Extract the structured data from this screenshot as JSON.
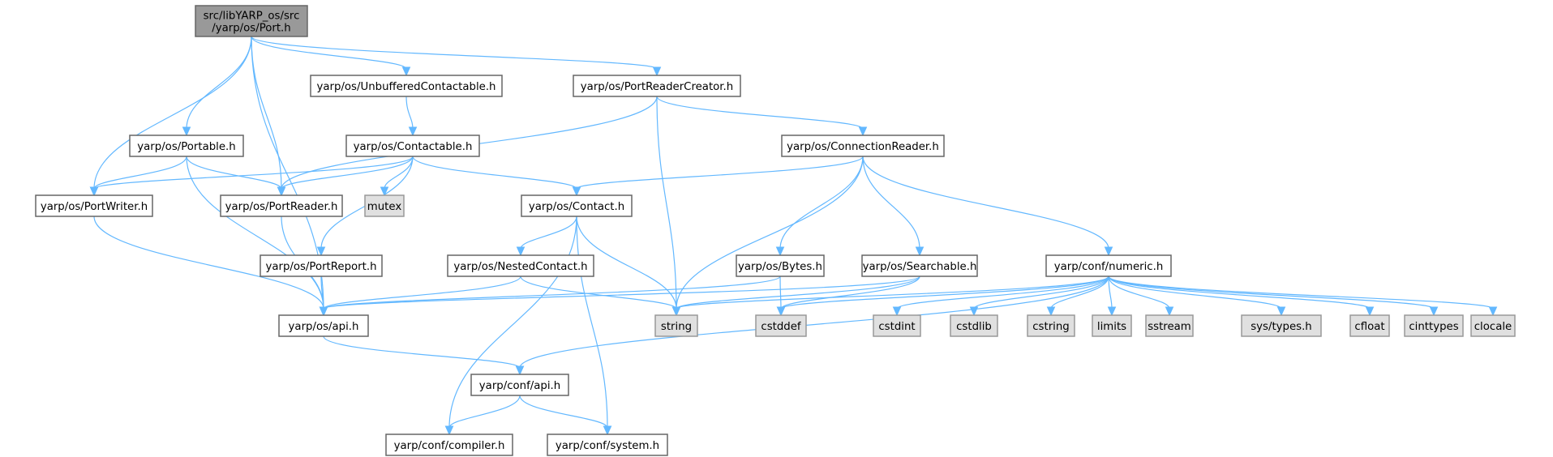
{
  "title": "Include dependency graph for Port.h",
  "colors": {
    "edge": "#63b8ff",
    "main_fill": "#999999",
    "header_fill": "#ffffff",
    "system_fill": "#e0e0e0"
  },
  "nodes": [
    {
      "id": "port",
      "label": "src/libYARP_os/src\n/yarp/os/Port.h",
      "kind": "main"
    },
    {
      "id": "unbuffered",
      "label": "yarp/os/UnbufferedContactable.h",
      "kind": "header"
    },
    {
      "id": "prcreator",
      "label": "yarp/os/PortReaderCreator.h",
      "kind": "header"
    },
    {
      "id": "portable",
      "label": "yarp/os/Portable.h",
      "kind": "header"
    },
    {
      "id": "contactable",
      "label": "yarp/os/Contactable.h",
      "kind": "header"
    },
    {
      "id": "connreader",
      "label": "yarp/os/ConnectionReader.h",
      "kind": "header"
    },
    {
      "id": "portwriter",
      "label": "yarp/os/PortWriter.h",
      "kind": "header"
    },
    {
      "id": "portreader",
      "label": "yarp/os/PortReader.h",
      "kind": "header"
    },
    {
      "id": "mutex",
      "label": "mutex",
      "kind": "system"
    },
    {
      "id": "contact",
      "label": "yarp/os/Contact.h",
      "kind": "header"
    },
    {
      "id": "portreport",
      "label": "yarp/os/PortReport.h",
      "kind": "header"
    },
    {
      "id": "nested",
      "label": "yarp/os/NestedContact.h",
      "kind": "header"
    },
    {
      "id": "bytes",
      "label": "yarp/os/Bytes.h",
      "kind": "header"
    },
    {
      "id": "searchable",
      "label": "yarp/os/Searchable.h",
      "kind": "header"
    },
    {
      "id": "numeric",
      "label": "yarp/conf/numeric.h",
      "kind": "header"
    },
    {
      "id": "osapi",
      "label": "yarp/os/api.h",
      "kind": "header"
    },
    {
      "id": "string",
      "label": "string",
      "kind": "system"
    },
    {
      "id": "cstddef",
      "label": "cstddef",
      "kind": "system"
    },
    {
      "id": "cstdint",
      "label": "cstdint",
      "kind": "system"
    },
    {
      "id": "cstdlib",
      "label": "cstdlib",
      "kind": "system"
    },
    {
      "id": "cstring",
      "label": "cstring",
      "kind": "system"
    },
    {
      "id": "limits",
      "label": "limits",
      "kind": "system"
    },
    {
      "id": "sstream",
      "label": "sstream",
      "kind": "system"
    },
    {
      "id": "systypes",
      "label": "sys/types.h",
      "kind": "system"
    },
    {
      "id": "cfloat",
      "label": "cfloat",
      "kind": "system"
    },
    {
      "id": "cinttypes",
      "label": "cinttypes",
      "kind": "system"
    },
    {
      "id": "clocale",
      "label": "clocale",
      "kind": "system"
    },
    {
      "id": "confapi",
      "label": "yarp/conf/api.h",
      "kind": "header"
    },
    {
      "id": "compiler",
      "label": "yarp/conf/compiler.h",
      "kind": "header"
    },
    {
      "id": "system",
      "label": "yarp/conf/system.h",
      "kind": "header"
    }
  ],
  "edges": [
    [
      "port",
      "osapi"
    ],
    [
      "port",
      "portwriter"
    ],
    [
      "port",
      "portable"
    ],
    [
      "port",
      "portreader"
    ],
    [
      "port",
      "unbuffered"
    ],
    [
      "port",
      "prcreator"
    ],
    [
      "unbuffered",
      "contactable"
    ],
    [
      "prcreator",
      "portreader"
    ],
    [
      "prcreator",
      "string"
    ],
    [
      "prcreator",
      "connreader"
    ],
    [
      "portable",
      "portwriter"
    ],
    [
      "portable",
      "portreader"
    ],
    [
      "portable",
      "osapi"
    ],
    [
      "contactable",
      "portwriter"
    ],
    [
      "contactable",
      "portreader"
    ],
    [
      "contactable",
      "mutex"
    ],
    [
      "contactable",
      "portreport"
    ],
    [
      "contactable",
      "contact"
    ],
    [
      "connreader",
      "contact"
    ],
    [
      "connreader",
      "bytes"
    ],
    [
      "connreader",
      "searchable"
    ],
    [
      "connreader",
      "numeric"
    ],
    [
      "connreader",
      "string"
    ],
    [
      "portwriter",
      "osapi"
    ],
    [
      "portreader",
      "osapi"
    ],
    [
      "portreport",
      "osapi"
    ],
    [
      "contact",
      "nested"
    ],
    [
      "contact",
      "string"
    ],
    [
      "contact",
      "compiler"
    ],
    [
      "contact",
      "system"
    ],
    [
      "nested",
      "osapi"
    ],
    [
      "nested",
      "string"
    ],
    [
      "bytes",
      "osapi"
    ],
    [
      "bytes",
      "cstddef"
    ],
    [
      "searchable",
      "osapi"
    ],
    [
      "searchable",
      "string"
    ],
    [
      "searchable",
      "cstddef"
    ],
    [
      "numeric",
      "confapi"
    ],
    [
      "numeric",
      "string"
    ],
    [
      "numeric",
      "cstddef"
    ],
    [
      "numeric",
      "cstdint"
    ],
    [
      "numeric",
      "cstdlib"
    ],
    [
      "numeric",
      "cstring"
    ],
    [
      "numeric",
      "limits"
    ],
    [
      "numeric",
      "sstream"
    ],
    [
      "numeric",
      "systypes"
    ],
    [
      "numeric",
      "cfloat"
    ],
    [
      "numeric",
      "cinttypes"
    ],
    [
      "numeric",
      "clocale"
    ],
    [
      "osapi",
      "confapi"
    ],
    [
      "confapi",
      "compiler"
    ],
    [
      "confapi",
      "system"
    ]
  ]
}
